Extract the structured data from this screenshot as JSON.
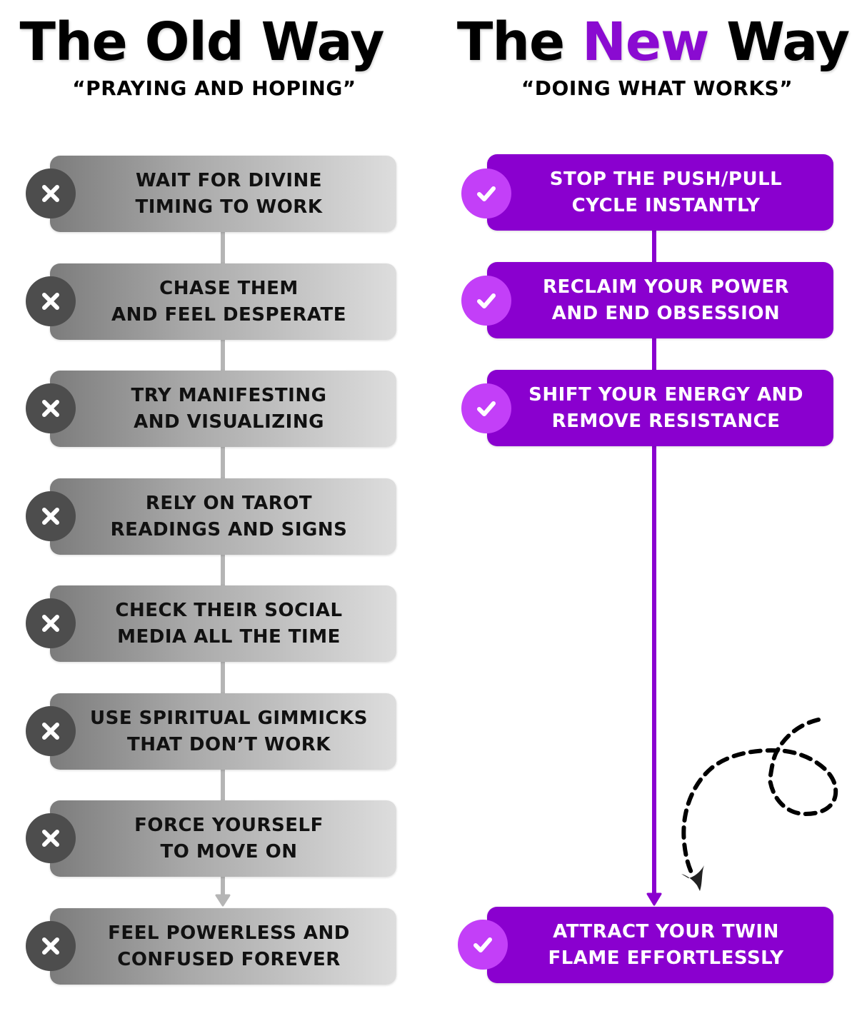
{
  "old_way": {
    "title": "The Old Way",
    "subtitle": "“PRAYING AND HOPING”",
    "icon": "x-mark-icon",
    "steps": [
      {
        "text": "WAIT FOR DIVINE\nTIMING TO WORK"
      },
      {
        "text": "CHASE THEM\nAND FEEL DESPERATE"
      },
      {
        "text": "TRY MANIFESTING\nAND VISUALIZING"
      },
      {
        "text": "RELY ON TAROT\nREADINGS AND SIGNS"
      },
      {
        "text": "CHECK THEIR SOCIAL\nMEDIA ALL THE TIME"
      },
      {
        "text": "USE SPIRITUAL GIMMICKS\nTHAT DON’T WORK"
      },
      {
        "text": "FORCE YOURSELF\nTO MOVE ON"
      },
      {
        "text": "FEEL POWERLESS AND\nCONFUSED FOREVER"
      }
    ]
  },
  "new_way": {
    "title_prefix": "The ",
    "title_accent": "New",
    "title_suffix": " Way",
    "subtitle": "“DOING WHAT WORKS”",
    "icon": "check-mark-icon",
    "steps": [
      {
        "text": "STOP THE PUSH/PULL\nCYCLE INSTANTLY"
      },
      {
        "text": "RECLAIM YOUR POWER\nAND END OBSESSION"
      },
      {
        "text": "SHIFT YOUR ENERGY AND\nREMOVE RESISTANCE"
      },
      {
        "text": "ATTRACT YOUR TWIN\nFLAME EFFORTLESSLY"
      }
    ]
  },
  "colors": {
    "accent_purple": "#8a00cf",
    "check_badge": "#c33ff8",
    "x_badge": "#4d4d4d",
    "old_connector": "#b5b5b5"
  }
}
